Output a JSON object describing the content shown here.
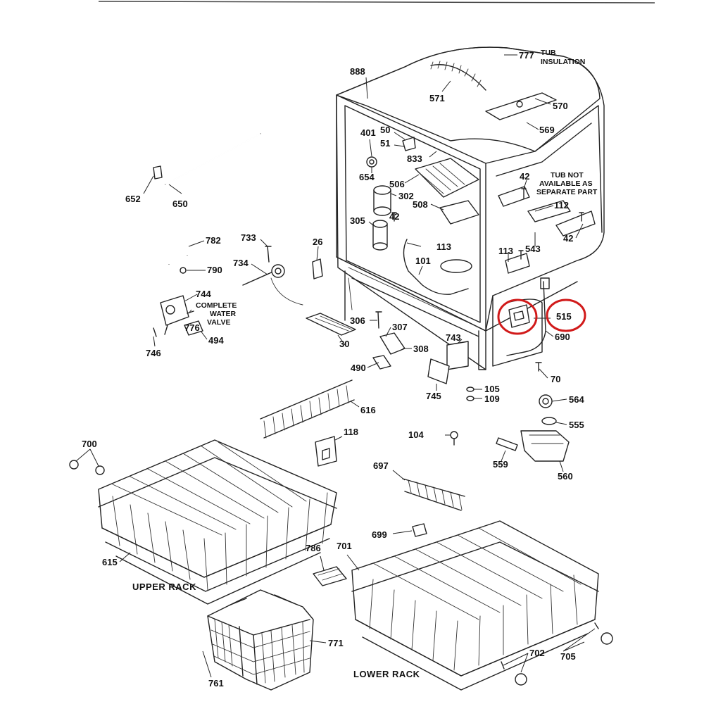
{
  "diagram": {
    "highlight_color": "#d11a1a",
    "highlighted_part": "515",
    "notes": {
      "tub_insulation": [
        "TUB",
        "INSULATION"
      ],
      "tub_not_available": [
        "TUB NOT",
        "AVAILABLE AS",
        "SEPARATE PART"
      ],
      "complete_water_valve": [
        "COMPLETE",
        "WATER",
        "VALVE"
      ]
    },
    "rack_labels": {
      "upper": "UPPER RACK",
      "lower": "LOWER RACK"
    },
    "part_numbers": [
      "777",
      "888",
      "571",
      "570",
      "569",
      "401",
      "50",
      "51",
      "833",
      "654",
      "506",
      "302",
      "508",
      "305",
      "42",
      "113",
      "101",
      "112",
      "543",
      "652",
      "650",
      "782",
      "790",
      "733",
      "734",
      "26",
      "744",
      "776",
      "494",
      "746",
      "306",
      "30",
      "307",
      "308",
      "490",
      "743",
      "745",
      "515",
      "690",
      "70",
      "105",
      "109",
      "564",
      "555",
      "616",
      "118",
      "104",
      "559",
      "560",
      "700",
      "697",
      "699",
      "615",
      "786",
      "701",
      "771",
      "761",
      "702",
      "705"
    ]
  }
}
